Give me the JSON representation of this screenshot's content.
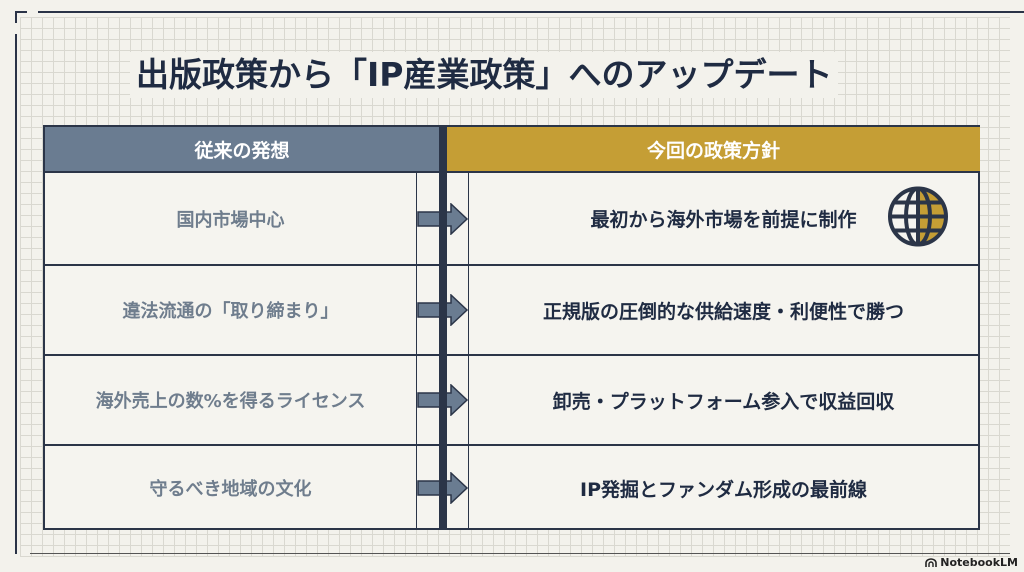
{
  "title": "出版政策から「IP産業政策」へのアップデート",
  "header": {
    "left": "従来の発想",
    "right": "今回の政策方針"
  },
  "rows": [
    {
      "before": "国内市場中心",
      "after": "最初から海外市場を前提に制作",
      "icon": "globe-icon"
    },
    {
      "before": "違法流通の「取り締まり」",
      "after": "正規版の圧倒的な供給速度・利便性で勝つ"
    },
    {
      "before": "海外売上の数%を得るライセンス",
      "after": "卸売・プラットフォーム参入で収益回収"
    },
    {
      "before": "守るべき地域の文化",
      "after": "IP発掘とファンダム形成の最前線"
    }
  ],
  "colors": {
    "navy": "#2b3548",
    "slate": "#6a7c91",
    "gold": "#c59e35"
  },
  "watermark": "NotebookLM"
}
